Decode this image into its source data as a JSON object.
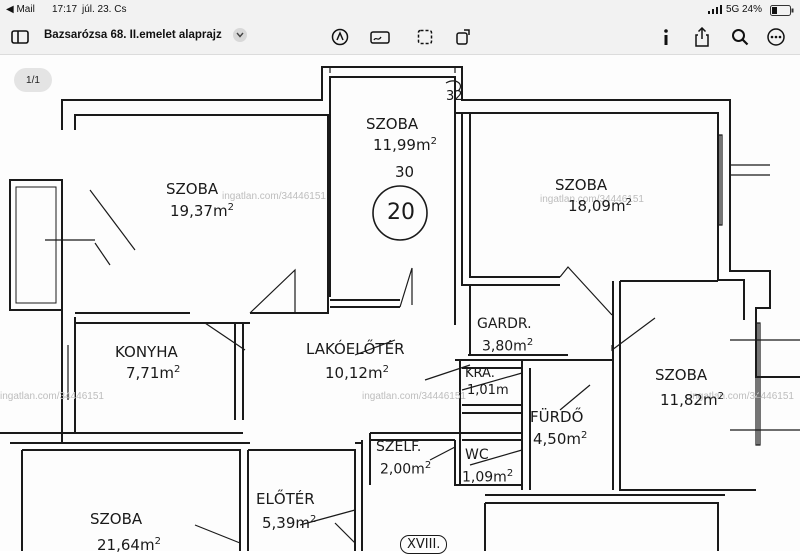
{
  "status": {
    "carrier": "◀ Mail",
    "time": "17:17",
    "date": "júl. 23. Cs",
    "network": "5G",
    "battery": "24%"
  },
  "document": {
    "title": "Bazsarózsa 68. II.emelet alaprajz",
    "page_indicator": "1/1"
  },
  "icons": {
    "sidebar": "sidebar-icon",
    "markup": "markup-pen-icon",
    "signature": "signature-icon",
    "select": "selection-box-icon",
    "rotate": "rotate-page-icon",
    "info": "info-icon",
    "share": "share-icon",
    "search": "search-icon",
    "more": "more-icon"
  },
  "plan": {
    "rooms": [
      {
        "name": "SZOBA",
        "area": "11,99m",
        "sup": "2"
      },
      {
        "name": "SZOBA",
        "area": "19,37m",
        "sup": "2"
      },
      {
        "name": "SZOBA",
        "area": "18,09m",
        "sup": "2"
      },
      {
        "name": "KONYHA",
        "area": "7,71m",
        "sup": "2"
      },
      {
        "name": "LAKÓELŐTÉR",
        "area": "10,12m",
        "sup": "2"
      },
      {
        "name": "GARDR.",
        "area": "3,80m",
        "sup": "2"
      },
      {
        "name": "KRA.",
        "area": "1,01m"
      },
      {
        "name": "SZOBA",
        "area": "11,82m",
        "sup": "2"
      },
      {
        "name": "FÜRDŐ",
        "area": "4,50m",
        "sup": "2"
      },
      {
        "name": "SZELF.",
        "area": "2,00m",
        "sup": "2"
      },
      {
        "name": "WC",
        "area": "1,09m",
        "sup": "2"
      },
      {
        "name": "ELŐTÉR",
        "area": "5,39m",
        "sup": "2"
      },
      {
        "name": "SZOBA",
        "area": "21,64m",
        "sup": "2"
      }
    ],
    "annotations": {
      "num30": "30",
      "num20": "20",
      "num32": "32",
      "stair": "XVIII."
    },
    "watermark": "ingatlan.com/34446151"
  }
}
